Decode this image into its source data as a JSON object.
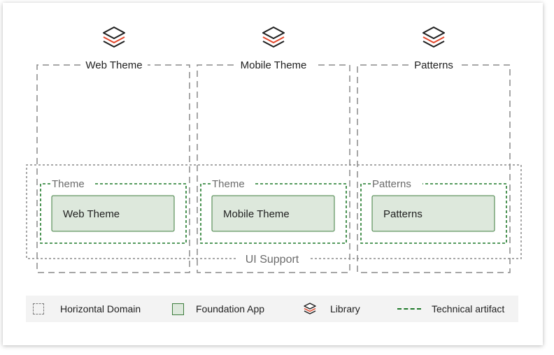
{
  "columns": [
    {
      "title": "Web Theme",
      "group_label": "Theme",
      "app_label": "Web Theme",
      "icon": "library-icon"
    },
    {
      "title": "Mobile Theme",
      "group_label": "Theme",
      "app_label": "Mobile Theme",
      "icon": "library-icon"
    },
    {
      "title": "Patterns",
      "group_label": "Patterns",
      "app_label": "Patterns",
      "icon": "library-icon"
    }
  ],
  "horizontal_domain": {
    "label": "UI Support"
  },
  "legend": {
    "horizontal_domain": "Horizontal Domain",
    "foundation_app": "Foundation App",
    "library": "Library",
    "technical_artifact": "Technical artifact"
  },
  "colors": {
    "icon_dark": "#1e1e1e",
    "icon_accent": "#e4472b",
    "app_fill": "#dde8dc",
    "app_border": "#3d7d3d",
    "artifact_dash": "#1f7a2a",
    "domain_dash": "#8a8a8a"
  }
}
